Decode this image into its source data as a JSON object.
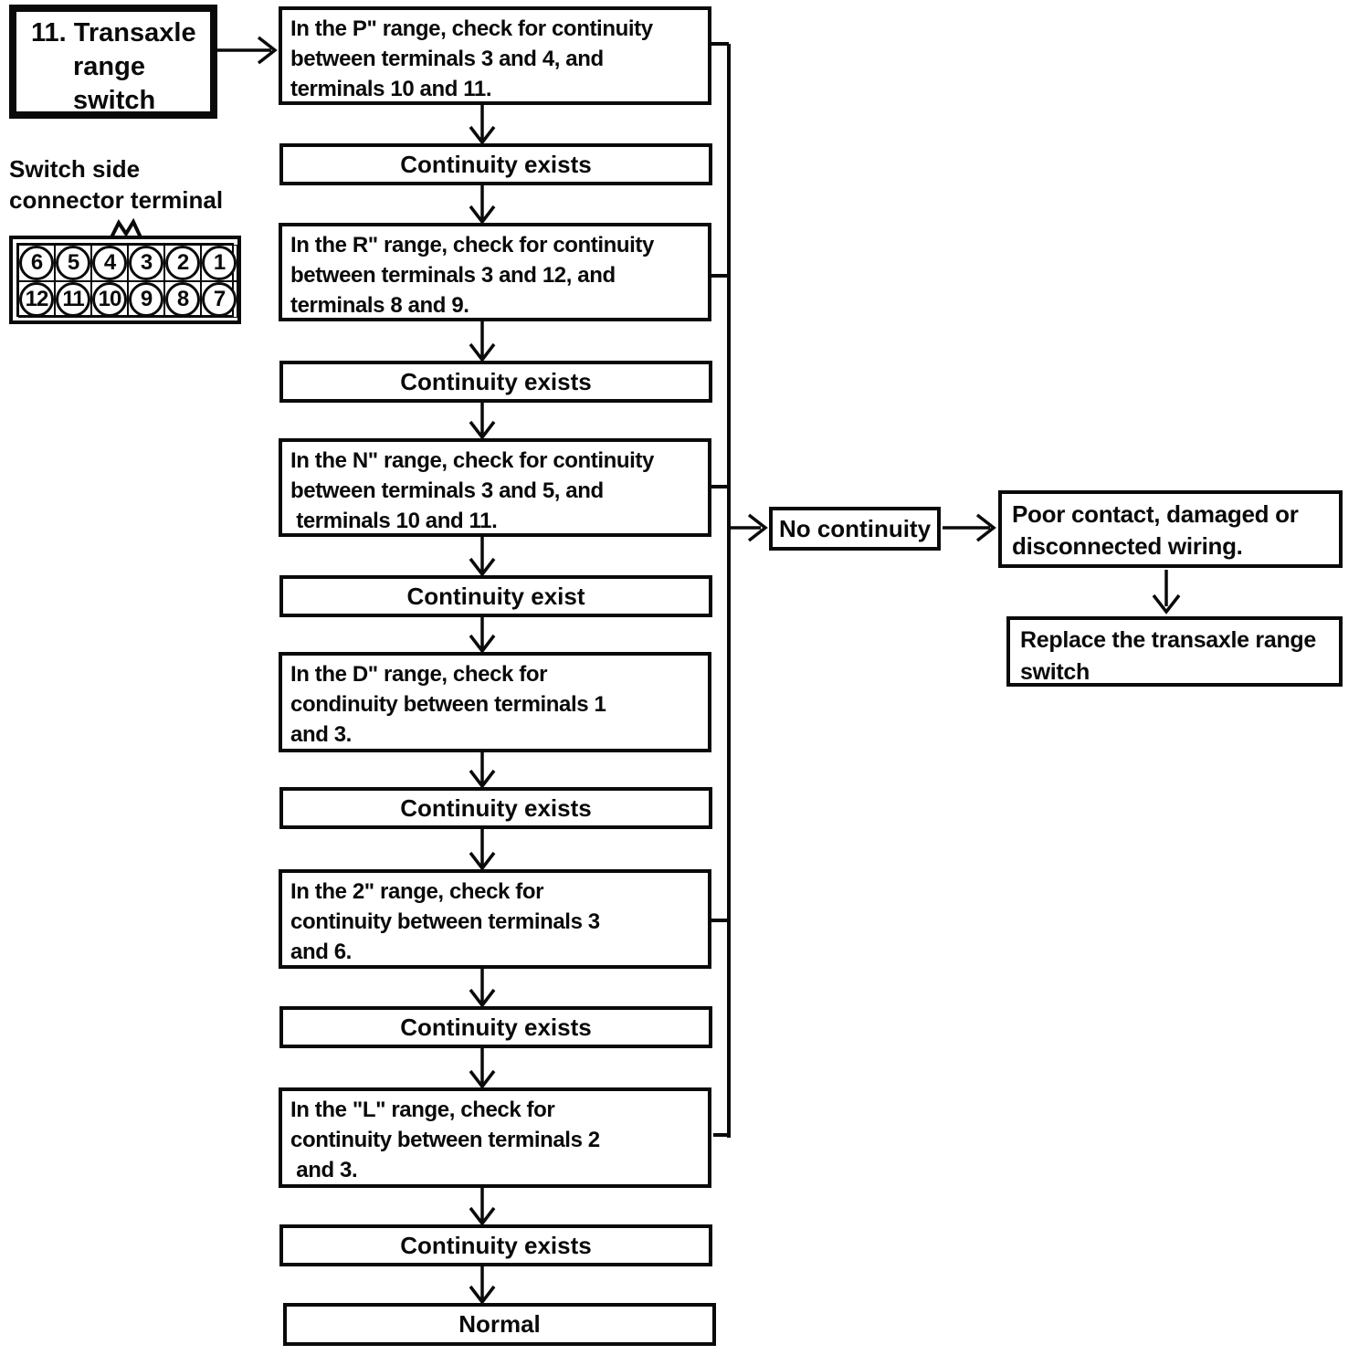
{
  "title_box": {
    "line1": "11. Transaxle",
    "line2": "range",
    "line3": "switch"
  },
  "connector_label": {
    "line1": "Switch side",
    "line2": "connector terminal"
  },
  "connector": {
    "top_row": [
      "6",
      "5",
      "4",
      "3",
      "2",
      "1"
    ],
    "bottom_row": [
      "12",
      "11",
      "10",
      "9",
      "8",
      "7"
    ]
  },
  "flow": {
    "steps": [
      {
        "lines": [
          "In the P\" range, check for continuity",
          "between terminals 3 and 4, and",
          "terminals 10 and 11."
        ]
      },
      {
        "lines": [
          "In the R\" range, check for continuity",
          "between terminals 3 and 12, and",
          "terminals 8 and 9."
        ]
      },
      {
        "lines": [
          "In the N\" range, check for continuity",
          "between terminals 3 and 5, and",
          " terminals 10 and 11."
        ]
      },
      {
        "lines": [
          "In the D\" range, check for",
          "condinuity between terminals 1",
          "and 3."
        ]
      },
      {
        "lines": [
          "In the 2\" range, check for",
          "continuity between terminals 3",
          "and 6."
        ]
      },
      {
        "lines": [
          "In the \"L\" range, check for",
          "continuity between terminals 2",
          " and 3."
        ]
      }
    ],
    "results": [
      "Continuity exists",
      "Continuity exists",
      "Continuity exist",
      "Continuity exists",
      "Continuity exists",
      "Continuity exists"
    ],
    "final": "Normal"
  },
  "side_flow": {
    "no_continuity": "No continuity",
    "poor_contact": {
      "line1": "Poor contact, damaged or",
      "line2": "disconnected wiring."
    },
    "replace": {
      "line1": "Replace the transaxle range",
      "line2": "switch"
    }
  },
  "colors": {
    "ink": "#0a0a0a",
    "paper": "#ffffff"
  }
}
